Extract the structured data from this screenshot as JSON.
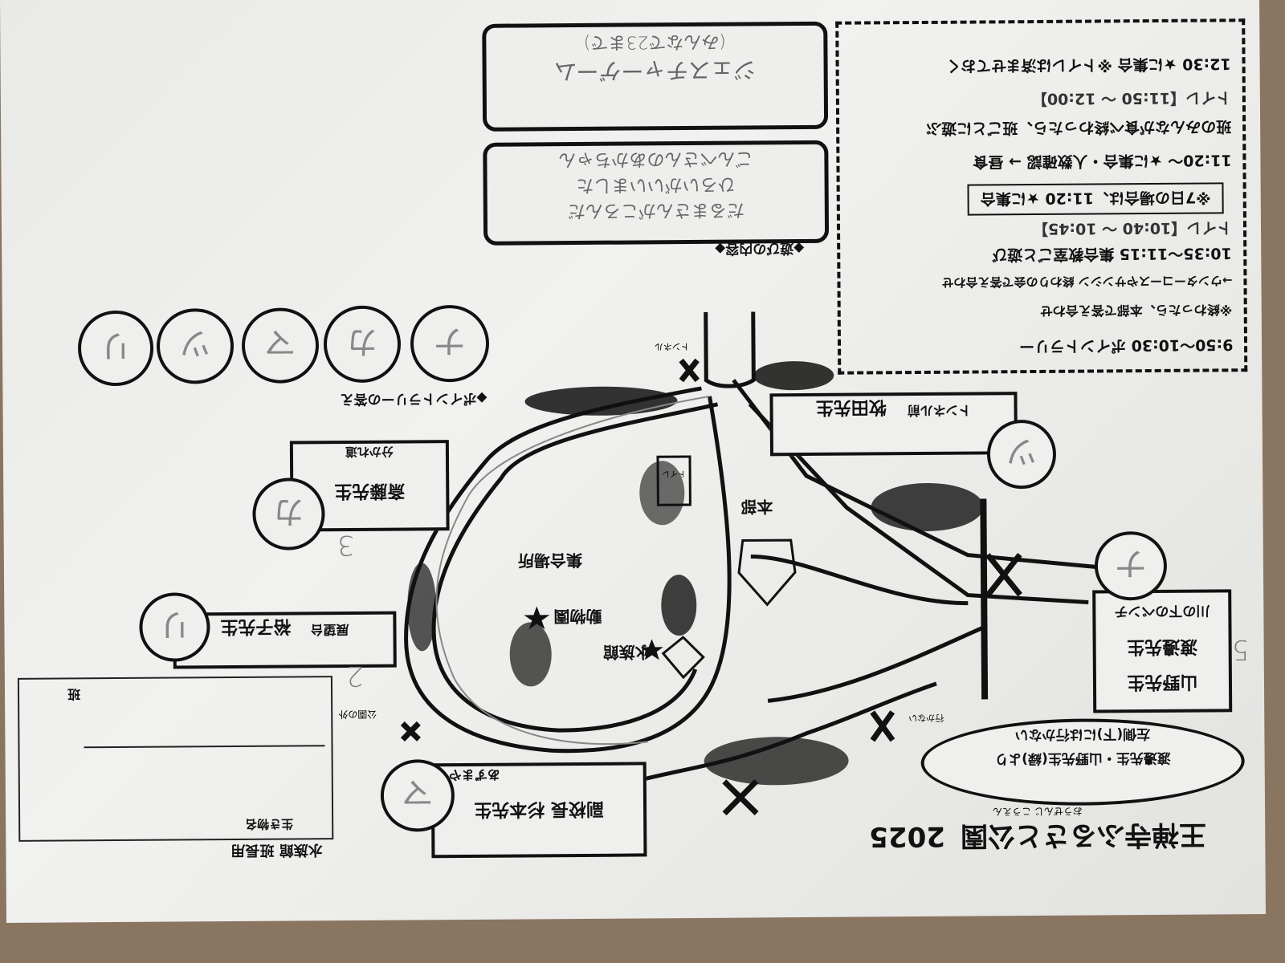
{
  "title": {
    "main": "王禅寺ふるさと公園",
    "year": "2025",
    "ruby": "おうぜんじ こうえん"
  },
  "schedule": [
    {
      "text": "9:50〜10:30 ポイントラリー"
    },
    {
      "text": "※終わったら、本部で答え合わせ"
    },
    {
      "text": "→ウンターコースやサンシン 終わりの会で答え合わせ"
    },
    {
      "text": "10:35〜11:15 集合教室ごと遊び"
    },
    {
      "text": "トイレ【10:40 〜 10:45】"
    },
    {
      "text": "※7日の場合は、11:20 ★に集合"
    },
    {
      "text": "11:20〜 ★に集合・人数確認 → 昼食"
    },
    {
      "text": "班のみんなが食べ終わったら、班ごとに遊ぶ"
    },
    {
      "text": "トイレ【11:50 〜 12:00】"
    },
    {
      "text": "12:30 ★に集合 ※トイレは済ませておく"
    }
  ],
  "play_section": {
    "heading": "◆遊びの内容◆",
    "bubble1": [
      "ジェスチャーゲーム",
      "(みんなで23まで)"
    ],
    "bubble2": [
      "だるまさんがころんだ",
      "ひろいがいいました",
      "ごんべさんのあかちゃん"
    ]
  },
  "rally": {
    "heading": "◆ポイントラリーの答え",
    "answers": [
      "ナ",
      "カ",
      "マ",
      "ツ",
      "リ"
    ]
  },
  "stations": [
    {
      "place": "トンネル前",
      "teacher": "牧田先生",
      "answer": "ツ"
    },
    {
      "place": "分かれ道",
      "teacher": "斎藤先生",
      "answer": "カ",
      "number": "3"
    },
    {
      "place": "展望台",
      "teacher": "裕子先生",
      "answer": "リ",
      "number": "2"
    },
    {
      "place": "あずまや",
      "teacher": "副校長 杉本先生",
      "answer": "マ"
    },
    {
      "place": "川の下のベンチ",
      "teacher1": "渡邊先生",
      "teacher2": "山野先生",
      "answer": "ナ",
      "number": "5"
    }
  ],
  "map_labels": {
    "hq": "本部",
    "meeting": "集合場所",
    "zoo": "動物園",
    "aquarium": "水族館",
    "toilet": "トイレ",
    "outside": "公園の外",
    "tunnel": "トンネル",
    "nogo": "行かない"
  },
  "warning": [
    "渡邊先生・山野先生(緑)より",
    "左側(下)には行かない"
  ],
  "worksheet": {
    "label": "水族館 班長用",
    "field1": "生き物名",
    "field2": "班"
  },
  "colors": {
    "ink": "#111111",
    "paper": "#ededeb",
    "pencil": "#808080",
    "floor": "#8a7561"
  }
}
